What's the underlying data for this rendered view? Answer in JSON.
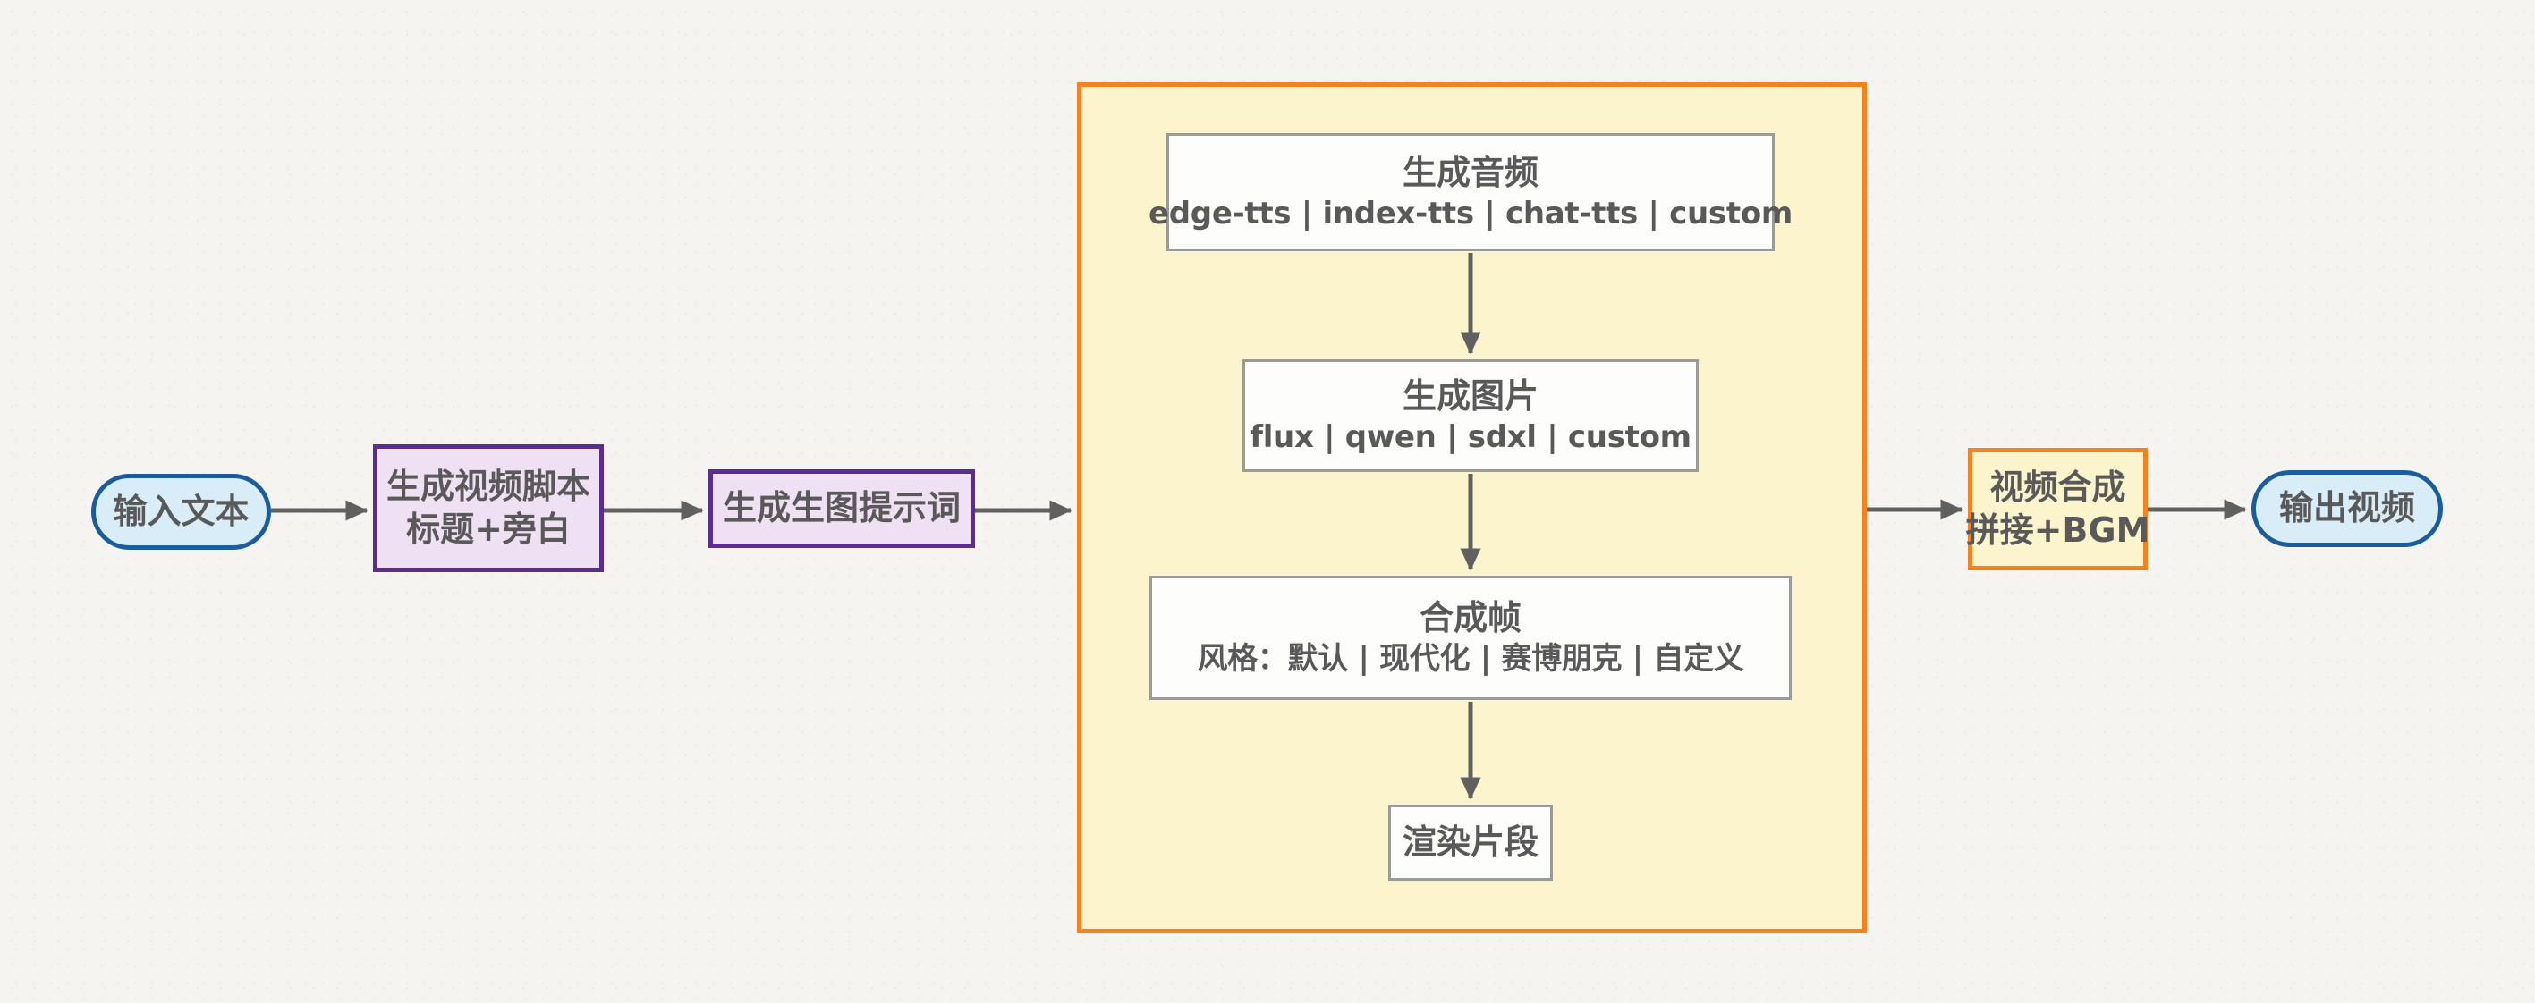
{
  "diagram": {
    "nodes": {
      "input": {
        "label": "输入文本"
      },
      "script": {
        "line1": "生成视频脚本",
        "line2": "标题+旁白"
      },
      "prompt": {
        "label": "生成生图提示词"
      },
      "audio": {
        "line1": "生成音频",
        "line2": "edge-tts | index-tts | chat-tts | custom"
      },
      "image": {
        "line1": "生成图片",
        "line2": "flux | qwen | sdxl | custom"
      },
      "frames": {
        "line1": "合成帧",
        "line2": "风格：默认 | 现代化 | 赛博朋克 | 自定义"
      },
      "render": {
        "label": "渲染片段"
      },
      "compose": {
        "line1": "视频合成",
        "line2": "拼接+BGM"
      },
      "output": {
        "label": "输出视频"
      }
    },
    "colors": {
      "background": "#f5f4f1",
      "terminal_fill": "#d9edf9",
      "terminal_border": "#1b5c9c",
      "process_fill": "#f0e0f4",
      "process_border": "#5c2d91",
      "group_fill": "#fcf4cc",
      "group_border": "#f5821f",
      "step_fill": "#fdfdfc",
      "step_border": "#9a9a9a",
      "text": "#595959",
      "arrow": "#606060"
    }
  }
}
